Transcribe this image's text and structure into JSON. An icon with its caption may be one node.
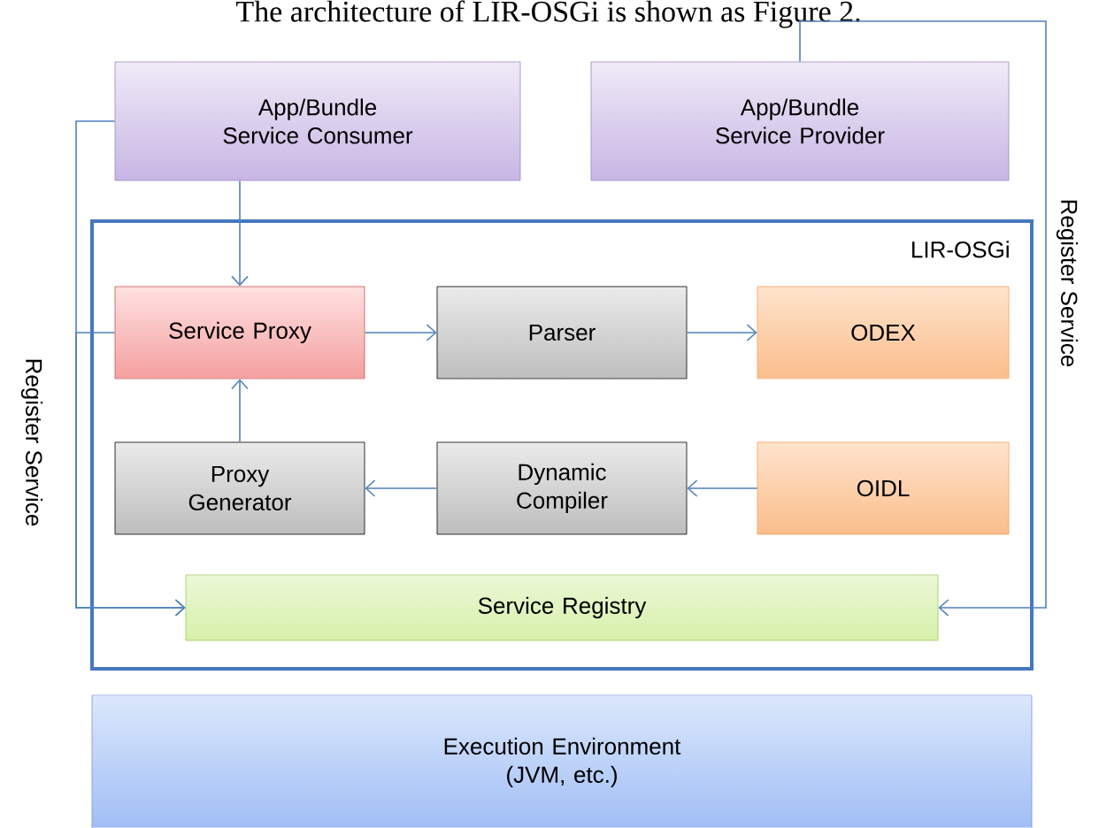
{
  "diagram": {
    "nodes": [
      {
        "text": [
          "App/Bundle Service Consumer"
        ]
      },
      {
        "text": [
          "App/Bundle Service Provider"
        ]
      },
      {
        "text": [
          "LIR-OSGi"
        ]
      },
      {
        "text": [
          "Service Proxy"
        ],
        "in": 2
      },
      {
        "text": [
          "Parser"
        ],
        "in": 2
      },
      {
        "text": [
          "ODEX"
        ],
        "in": 2
      },
      {
        "text": [
          "Proxy Generator"
        ],
        "in": 2
      },
      {
        "text": [
          "Dynamic Compiler"
        ],
        "in": 2
      },
      {
        "text": [
          "OIDL"
        ],
        "in": 2
      },
      {
        "text": [
          "Service Registry"
        ],
        "in": 2
      },
      {
        "text": [
          "Execution Environment (JVM, etc.)"
        ]
      }
    ],
    "edges": [
      {
        "from": 0,
        "to": 3,
        "arrow": "to"
      },
      {
        "from": 3,
        "to": 4,
        "arrow": "to"
      },
      {
        "from": 4,
        "to": 5,
        "arrow": "to"
      },
      {
        "from": 8,
        "to": 7,
        "arrow": "to"
      },
      {
        "from": 7,
        "to": 6,
        "arrow": "to"
      },
      {
        "from": 6,
        "to": 3,
        "arrow": "to"
      },
      {
        "from": 0,
        "to": 9,
        "arrow": "to",
        "label": "Register Service"
      },
      {
        "from": 3,
        "to": 9,
        "arrow": "to"
      },
      {
        "from": 1,
        "to": 9,
        "arrow": "to",
        "label": "Register Service"
      }
    ],
    "labels": [
      "The architecture of LIR-OSGi is shown as Figure 2."
    ]
  }
}
